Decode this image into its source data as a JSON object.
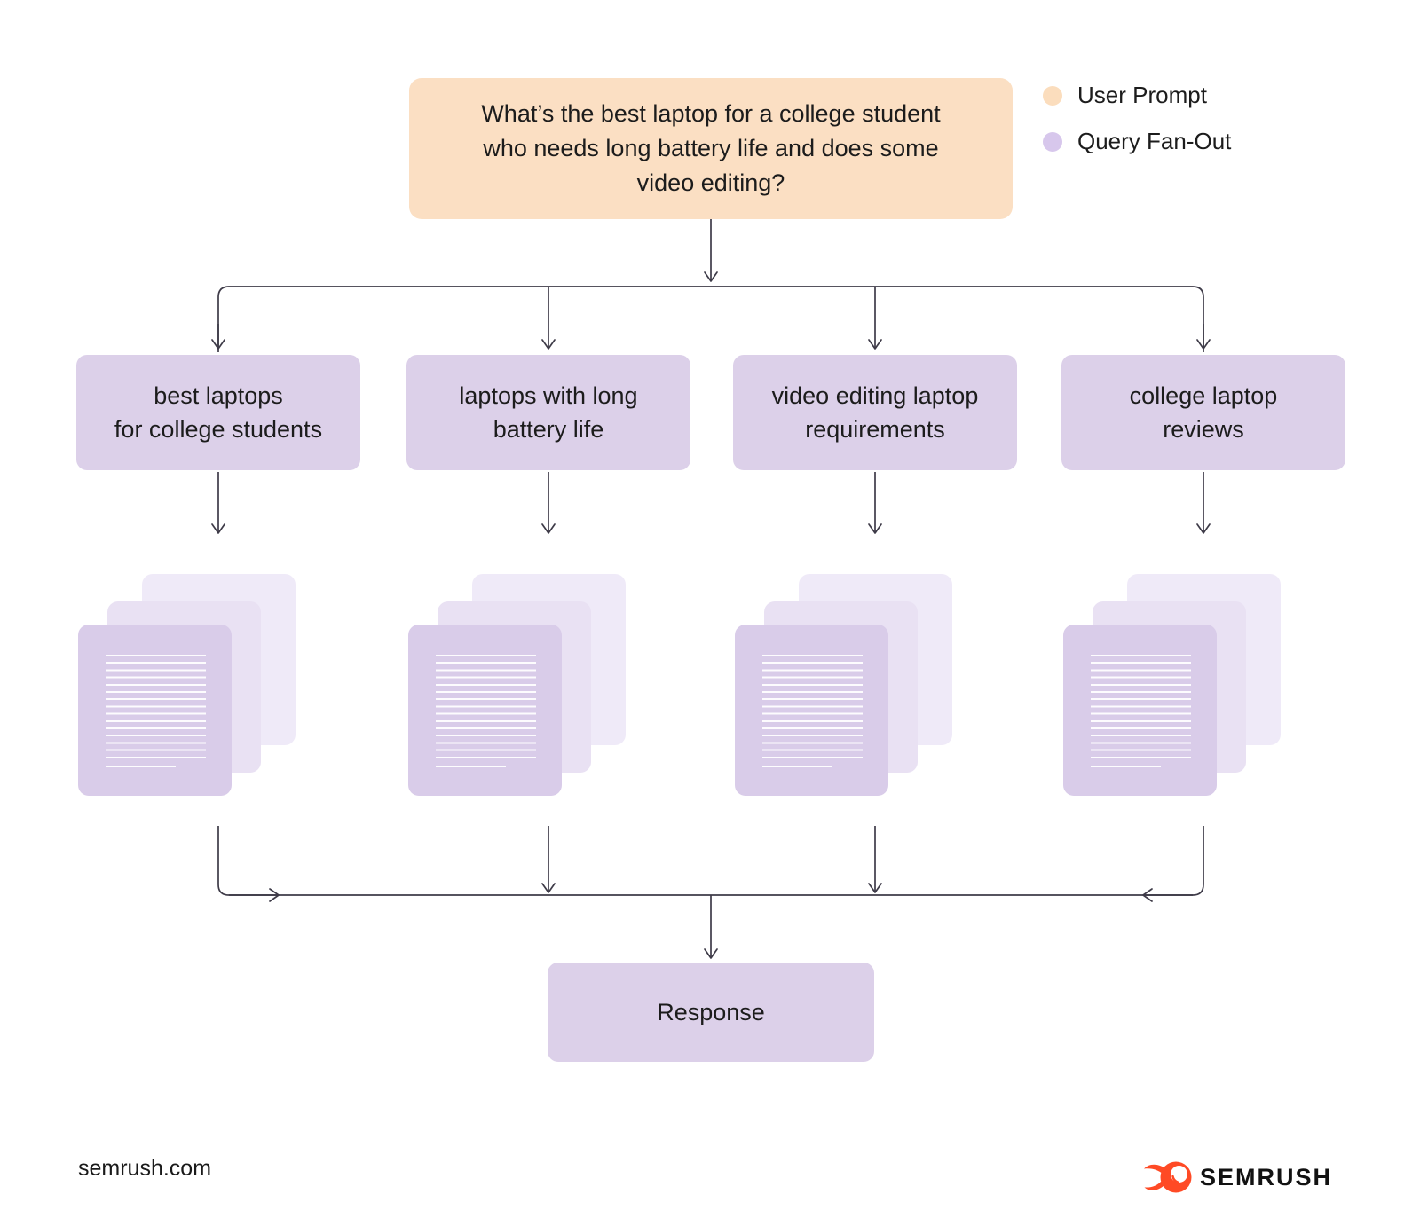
{
  "prompt": {
    "text": "What’s the best laptop for a college student who needs long battery life and does some video editing?"
  },
  "legend": {
    "user_prompt_label": "User Prompt",
    "query_fan_out_label": "Query Fan-Out"
  },
  "queries": [
    {
      "line1": "best laptops",
      "line2": "for college students"
    },
    {
      "line1": "laptops with long",
      "line2": "battery life"
    },
    {
      "line1": "video editing laptop",
      "line2": "requirements"
    },
    {
      "line1": "college laptop",
      "line2": "reviews"
    }
  ],
  "response": {
    "label": "Response"
  },
  "footer": {
    "website": "semrush.com",
    "brand": "SEMRUSH"
  },
  "colors": {
    "user_prompt_fill": "#FBDFC3",
    "user_prompt_dot": "#FBDDBD",
    "query_fill": "#DCD0E9",
    "query_dot": "#D7C7EC",
    "doc_front": "#D9CCE9",
    "doc_middle": "#E9E1F3",
    "doc_back": "#EFEAF8",
    "connector_line": "#3E3B48",
    "brand_orange": "#FF4A25"
  }
}
